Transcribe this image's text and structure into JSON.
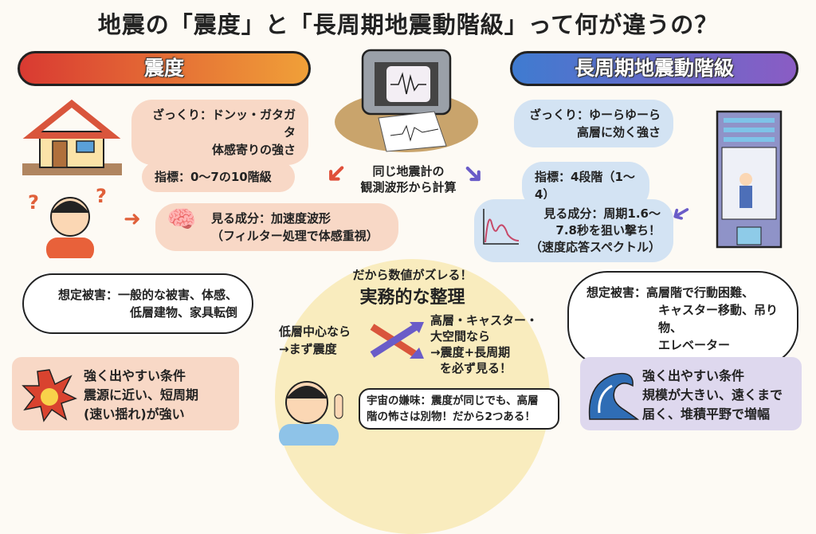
{
  "title": "地震の「震度」と「長周期地震動階級」って何が違うの？",
  "left": {
    "header": "震度",
    "rough_1": "ざっくり：ドンッ・ガタガタ",
    "rough_2": "体感寄りの強さ",
    "index": "指標：0〜7の10階級",
    "component_1": "見る成分：加速度波形",
    "component_2": "（フィルター処理で体感重視）",
    "damage_1": "想定被害：一般的な被害、体感、",
    "damage_2": "低層建物、家具転倒",
    "cond_title": "強く出やすい条件",
    "cond_1": "震源に近い、短周期",
    "cond_2": "(速い揺れ)が強い"
  },
  "center": {
    "calc_1": "同じ地震計の",
    "calc_2": "観測波形から計算",
    "lead": "だから数値がズレる！",
    "heading": "実務的な整理",
    "low_1": "低層中心なら",
    "low_2": "→まず震度",
    "high_1": "高層・キャスター・",
    "high_2": "大空間なら",
    "high_3": "→震度+長周期",
    "high_4": "を必ず見る！",
    "note_1": "宇宙の嫌味：震度が同じでも、高層",
    "note_2": "階の怖さは別物！だから2つある！"
  },
  "right": {
    "header": "長周期地震動階級",
    "rough_1": "ざっくり：ゆーらゆーら",
    "rough_2": "高層に効く強さ",
    "index": "指標：4段階（1〜4）",
    "component_1": "見る成分：周期1.6〜",
    "component_2": "7.8秒を狙い撃ち！",
    "component_3": "（速度応答スペクトル）",
    "damage_1": "想定被害：高層階で行動困難、",
    "damage_2": "キャスター移動、吊り物、",
    "damage_3": "エレベーター",
    "cond_title": "強く出やすい条件",
    "cond_1": "規模が大きい、遠くまで",
    "cond_2": "届く、堆積平野で増幅"
  },
  "colors": {
    "left_accent": "#d93a32",
    "right_accent": "#5a6fd0",
    "circle": "#f9ecbe"
  }
}
